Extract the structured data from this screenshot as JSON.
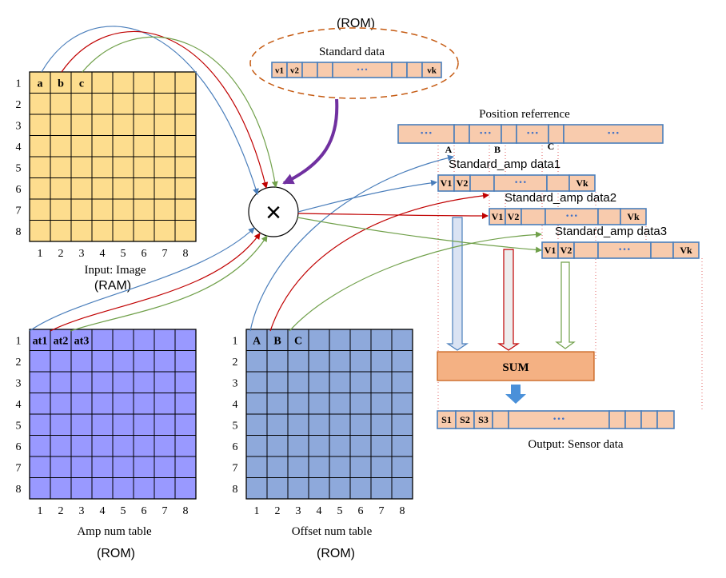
{
  "colors": {
    "image_fill": "#FDDD8E",
    "amp_fill": "#9999FF",
    "offset_fill": "#8EA9DB",
    "cell_fill": "#F8CBAD",
    "cell_stroke": "#4A7EBB",
    "sum_fill": "#F4B183",
    "blue": "#4A7EBB",
    "red": "#C00000",
    "green": "#70A04A",
    "purple": "#7030A0",
    "dash_orange": "#C55A11",
    "dots": "#4472C4"
  },
  "rom_top_label": "(ROM)",
  "standard_data": {
    "title": "Standard data",
    "cells": [
      "v1",
      "v2",
      "",
      "",
      "···",
      "",
      "",
      "vk"
    ]
  },
  "position_reference": {
    "title": "Position referrence",
    "cells": [
      "···",
      "",
      "···",
      "",
      "···",
      "",
      "···"
    ],
    "markers": [
      "A",
      "B",
      "C"
    ]
  },
  "amp_data_rows": [
    {
      "title": "Standard_amp data1",
      "cells": [
        "V1",
        "V2",
        "",
        "···",
        "",
        "Vk"
      ]
    },
    {
      "title": "Standard_amp data2",
      "cells": [
        "V1",
        "V2",
        "",
        "···",
        "",
        "Vk"
      ]
    },
    {
      "title": "Standard_amp data3",
      "cells": [
        "V1",
        "V2",
        "",
        "···",
        "",
        "Vk"
      ]
    }
  ],
  "sum_label": "SUM",
  "output": {
    "cells": [
      "S1",
      "S2",
      "S3",
      "",
      "···",
      "",
      "",
      "",
      ""
    ],
    "caption": "Output:  Sensor data"
  },
  "image_grid": {
    "row_labels": [
      "1",
      "2",
      "3",
      "4",
      "5",
      "6",
      "7",
      "8"
    ],
    "col_labels": [
      "1",
      "2",
      "3",
      "4",
      "5",
      "6",
      "7",
      "8"
    ],
    "first_row_cells": [
      "a",
      "b",
      "c"
    ],
    "caption": "Input:  Image",
    "memory": "(RAM)"
  },
  "amp_grid": {
    "row_labels": [
      "1",
      "2",
      "3",
      "4",
      "5",
      "6",
      "7",
      "8"
    ],
    "col_labels": [
      "1",
      "2",
      "3",
      "4",
      "5",
      "6",
      "7",
      "8"
    ],
    "first_row_cells": [
      "at1",
      "at2",
      "at3"
    ],
    "caption": "Amp num table",
    "memory": "(ROM)"
  },
  "offset_grid": {
    "row_labels": [
      "1",
      "2",
      "3",
      "4",
      "5",
      "6",
      "7",
      "8"
    ],
    "col_labels": [
      "1",
      "2",
      "3",
      "4",
      "5",
      "6",
      "7",
      "8"
    ],
    "first_row_cells": [
      "A",
      "B",
      "C"
    ],
    "caption": "Offset num table",
    "memory": "(ROM)"
  },
  "multiply_symbol": "×"
}
